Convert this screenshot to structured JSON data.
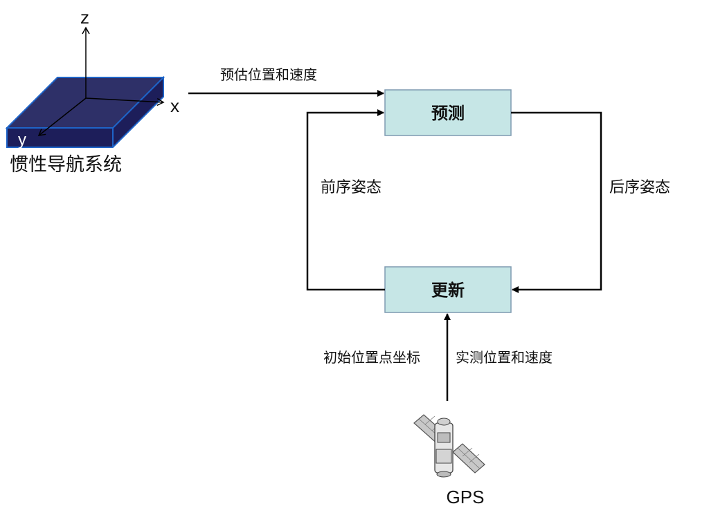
{
  "ins": {
    "axis_z": "z",
    "axis_x": "x",
    "axis_y": "y",
    "label": "惯性导航系统",
    "top_color": "#2e3068",
    "side_color": "#1d1e5a",
    "edge_color": "#1e64c8"
  },
  "edges": {
    "ins_to_predict": "预估位置和速度",
    "update_to_predict": "前序姿态",
    "predict_to_update": "后序姿态",
    "initial_position": "初始位置点坐标",
    "gps_to_update": "实测位置和速度"
  },
  "nodes": {
    "predict": "预测",
    "update": "更新",
    "box_fill": "#c6e6e6",
    "box_border": "#7f9ab0"
  },
  "gps": {
    "label": "GPS"
  }
}
